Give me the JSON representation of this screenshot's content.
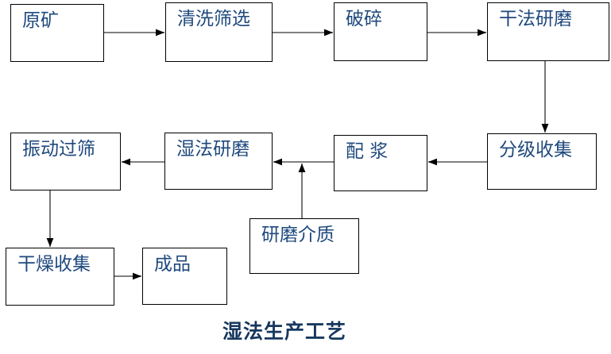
{
  "title": "湿法生产工艺",
  "nodes": {
    "raw_ore": {
      "label": "原矿"
    },
    "washing_screening": {
      "label": "清洗筛选"
    },
    "crushing": {
      "label": "破碎"
    },
    "dry_grinding": {
      "label": "干法研磨"
    },
    "classified_collection": {
      "label": "分级收集"
    },
    "slurry_mixing": {
      "label": "配 浆"
    },
    "wet_grinding": {
      "label": "湿法研磨"
    },
    "vibrating_screening": {
      "label": "振动过筛"
    },
    "grinding_media": {
      "label": "研磨介质"
    },
    "drying_collection": {
      "label": "干燥收集"
    },
    "finished_product": {
      "label": "成品"
    }
  },
  "edges": [
    {
      "from": "原矿",
      "to": "清洗筛选"
    },
    {
      "from": "清洗筛选",
      "to": "破碎"
    },
    {
      "from": "破碎",
      "to": "干法研磨"
    },
    {
      "from": "干法研磨",
      "to": "分级收集"
    },
    {
      "from": "分级收集",
      "to": "配 浆"
    },
    {
      "from": "配 浆",
      "to": "湿法研磨"
    },
    {
      "from": "研磨介质",
      "to": "配 浆"
    },
    {
      "from": "湿法研磨",
      "to": "振动过筛"
    },
    {
      "from": "振动过筛",
      "to": "干燥收集"
    },
    {
      "from": "干燥收集",
      "to": "成品"
    }
  ],
  "colors": {
    "node_text": "#1F497D",
    "title_text": "#17375E",
    "node_border": "#000000",
    "arrow_line_thick": "#808080",
    "arrow_line_thin": "#3f3f3f",
    "arrowhead": "#000000",
    "background": "#ffffff"
  }
}
